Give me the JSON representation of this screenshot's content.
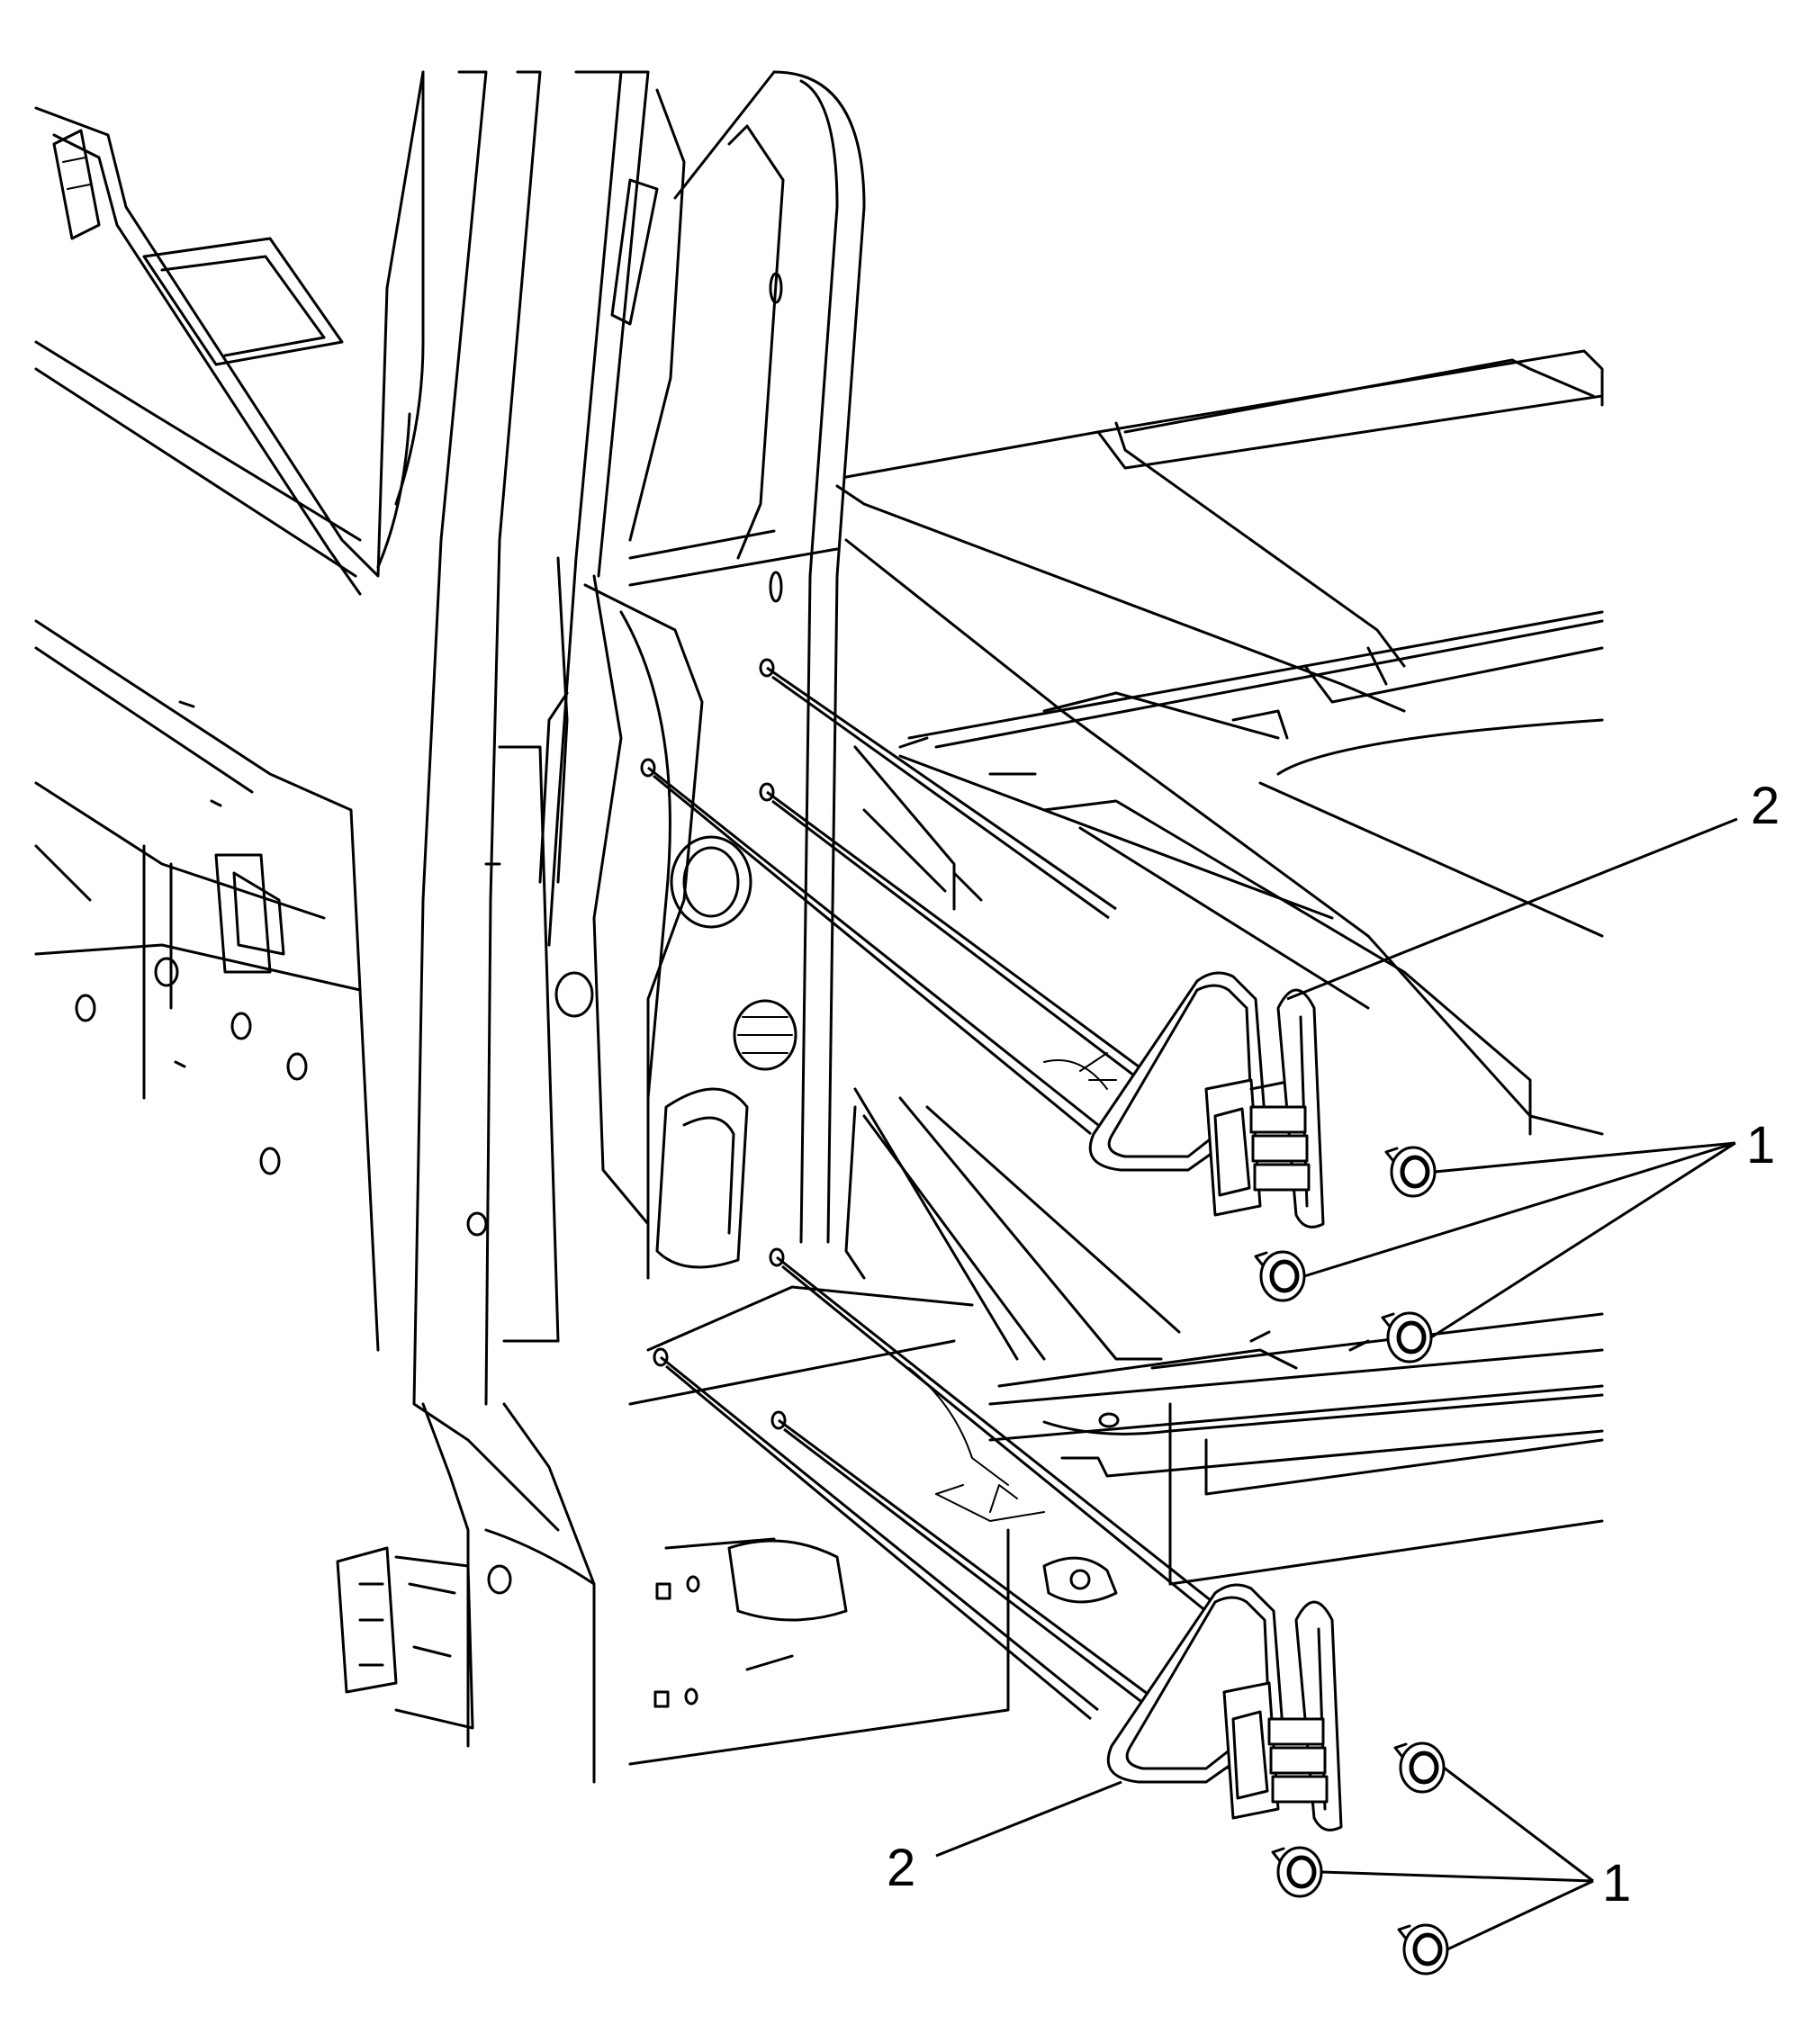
{
  "callouts": {
    "label_1_upper": "1",
    "label_2_upper": "2",
    "label_1_lower": "1",
    "label_2_lower": "2"
  },
  "colors": {
    "line": "#000000",
    "background": "#ffffff"
  }
}
